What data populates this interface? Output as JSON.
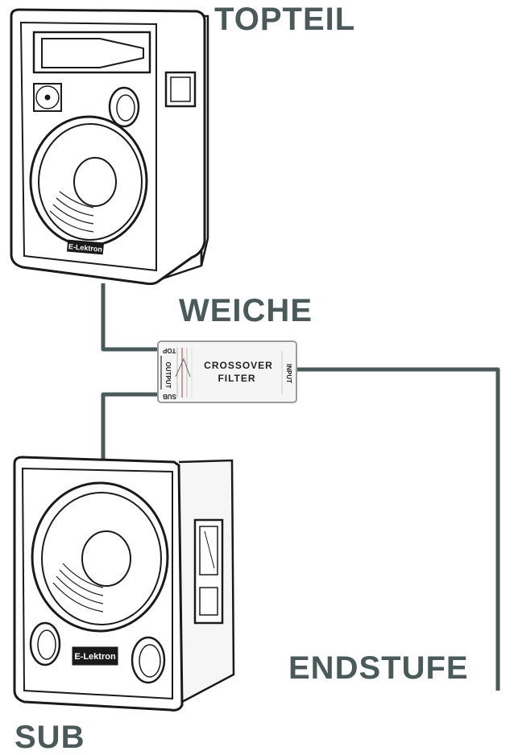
{
  "labels": {
    "top": "TOPTEIL",
    "crossover": "WEICHE",
    "amplifier": "ENDSTUFE",
    "sub": "SUB"
  },
  "crossover_box": {
    "title_line1": "CROSSOVER",
    "title_line2": "FILTER",
    "output_label": "OUTPUT",
    "output_top": "TOP",
    "output_sub": "SUB",
    "input_label": "INPUT"
  },
  "brand": {
    "top_speaker": "E-Lektron",
    "sub_speaker": "E-Lektron"
  },
  "colors": {
    "label": "#4a5a58",
    "cable": "#4a5a58",
    "outline": "#1a1a1a",
    "crossover_line": "#b23b3b"
  }
}
